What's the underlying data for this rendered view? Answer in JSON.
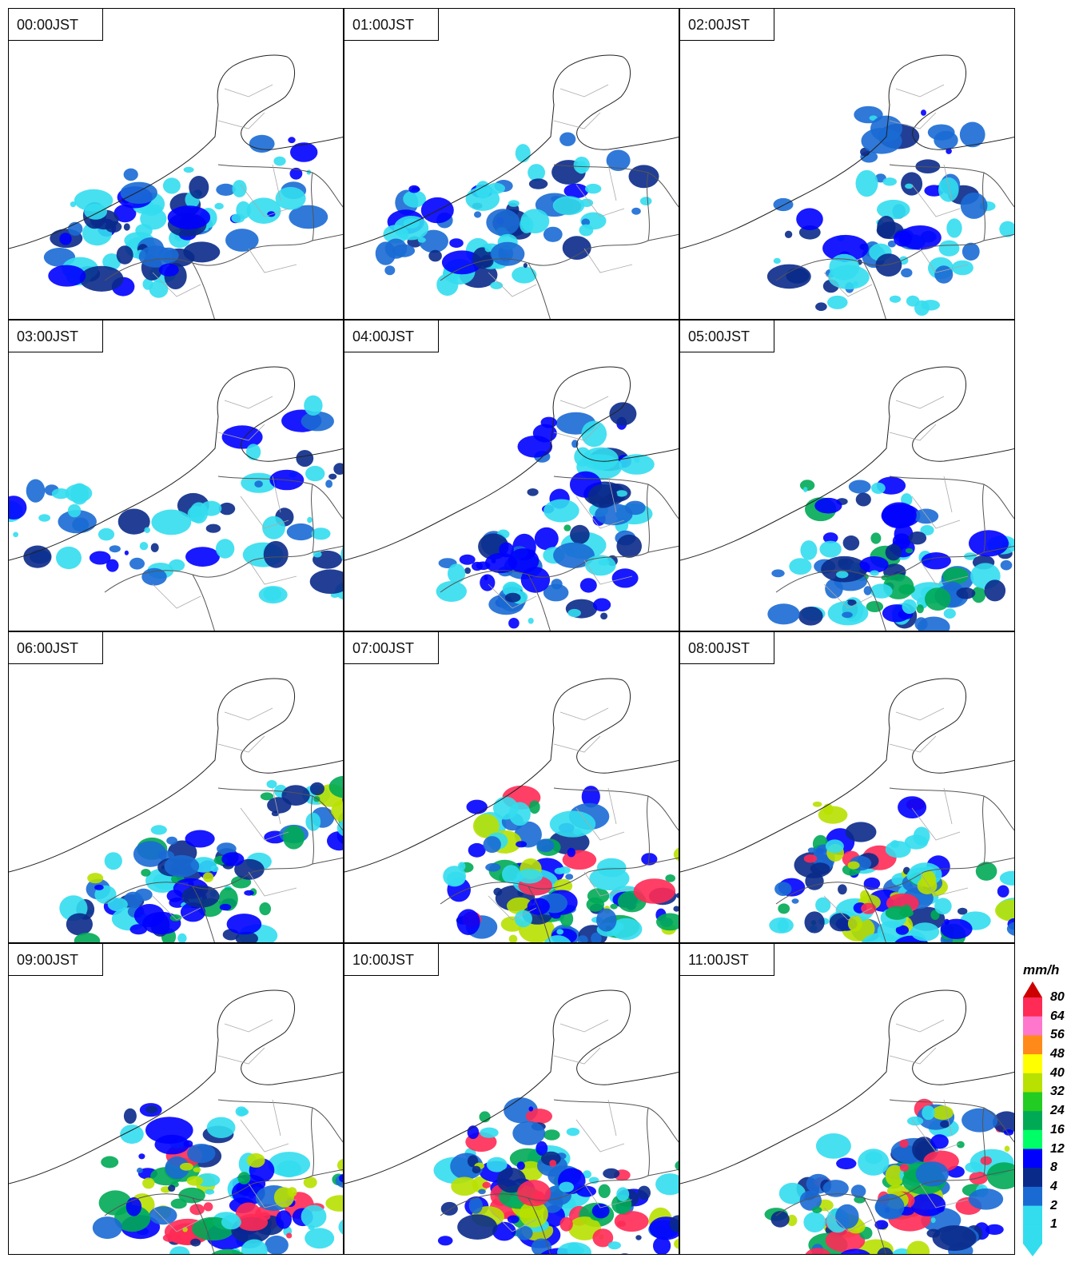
{
  "panels": [
    {
      "time_label": "00:00JST",
      "rain_level": 0.45,
      "rain_focus": "west-center"
    },
    {
      "time_label": "01:00JST",
      "rain_level": 0.4,
      "rain_focus": "west-center"
    },
    {
      "time_label": "02:00JST",
      "rain_level": 0.4,
      "rain_focus": "center"
    },
    {
      "time_label": "03:00JST",
      "rain_level": 0.4,
      "rain_focus": "west-east"
    },
    {
      "time_label": "04:00JST",
      "rain_level": 0.5,
      "rain_focus": "center"
    },
    {
      "time_label": "05:00JST",
      "rain_level": 0.6,
      "rain_focus": "south"
    },
    {
      "time_label": "06:00JST",
      "rain_level": 0.65,
      "rain_focus": "south-west"
    },
    {
      "time_label": "07:00JST",
      "rain_level": 0.75,
      "rain_focus": "south"
    },
    {
      "time_label": "08:00JST",
      "rain_level": 0.75,
      "rain_focus": "south"
    },
    {
      "time_label": "09:00JST",
      "rain_level": 0.8,
      "rain_focus": "south"
    },
    {
      "time_label": "10:00JST",
      "rain_level": 0.85,
      "rain_focus": "south"
    },
    {
      "time_label": "11:00JST",
      "rain_level": 0.85,
      "rain_focus": "south-east"
    }
  ],
  "legend": {
    "unit": "mm/h",
    "ticks": [
      "80",
      "64",
      "56",
      "48",
      "40",
      "32",
      "24",
      "16",
      "12",
      "8",
      "4",
      "2",
      "1"
    ],
    "colors": [
      "#cc0000",
      "#ff2a55",
      "#ff77cc",
      "#ff8a1a",
      "#ffff00",
      "#b8e000",
      "#22cc22",
      "#00aa55",
      "#00ff66",
      "#0000ff",
      "#0a2a8a",
      "#1a6ad4",
      "#33ddee"
    ]
  }
}
